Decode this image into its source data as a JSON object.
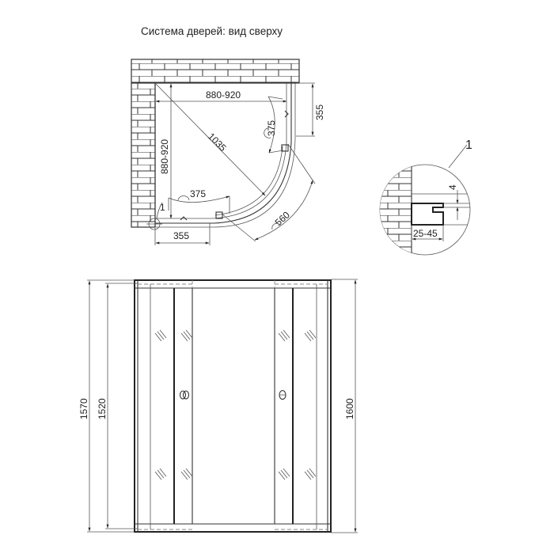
{
  "title": "Система дверей: вид сверху",
  "top_view": {
    "dim_width": "880-920",
    "dim_depth": "880-920",
    "dim_diagonal": "1035",
    "dim_side_right": "355",
    "dim_side_bottom": "355",
    "dim_door_right": "375",
    "dim_door_bottom": "375",
    "dim_arc": "560",
    "detail_ref": "1"
  },
  "detail_view": {
    "label": "1",
    "dim_gap": "4",
    "dim_profile": "25-45"
  },
  "front_view": {
    "dim_total_height": "1600",
    "dim_frame_height": "1570",
    "dim_glass_height": "1520"
  }
}
